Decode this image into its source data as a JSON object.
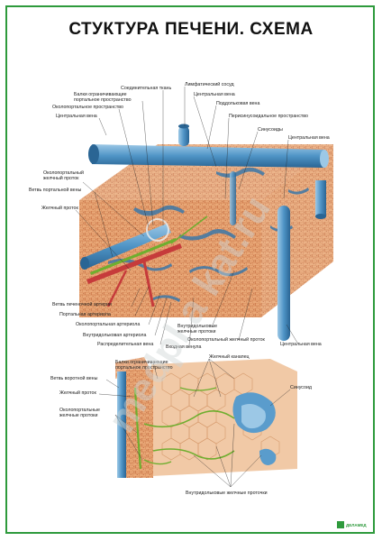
{
  "title": "СТУКТУРА ПЕЧЕНИ. СХЕМА",
  "watermark": "medpl a kat.ru",
  "logo": "ДЕЛАМЕД",
  "colors": {
    "frame": "#2e9a3c",
    "tissue": "#e8a070",
    "tissue_dark": "#c26a3e",
    "vein": "#5a9ccc",
    "vein_dark": "#2f6f9f",
    "artery": "#c63b3b",
    "duct": "#6fae2f"
  },
  "labels_top": {
    "connective": "Соединительная ткань",
    "lymph": "Лимфатический сосуд",
    "plates_l1": "Балки ограничивающие",
    "plates_l2": "портальное пространство",
    "central_vein_r1": "Центральная вена",
    "periportal": "Околопортальное пространство",
    "sublobular": "Поддольковая вена",
    "central_vein_l": "Центральная вена",
    "perisinusoidal": "Перисинусоидальное пространство",
    "sinusoids": "Синусоиды",
    "central_vein_r2": "Центральная вена",
    "periportal_duct_l1": "Околопортальный",
    "periportal_duct_l2": "желчный проток",
    "portal_vein_branch": "Ветвь портальной вены",
    "bile_duct": "Желчный проток",
    "hepatic_artery_branch": "Ветвь печеночной артерии",
    "portal_arteriole": "Портальная артериола",
    "periportal_arteriole": "Околопортальная артериола",
    "intralobular_arteriole": "Внутридольковая артериола",
    "distributing_vein": "Распределительная вена",
    "inlet_venule": "Входная венула",
    "intralobular_duct_l1": "Внутридольковые",
    "intralobular_duct_l2": "желчные протоки",
    "periportal_bile_duct": "Околопортальный желчный проток",
    "central_vein_bottom": "Центральная вена"
  },
  "labels_bottom": {
    "plates_l1": "Балки ограничивающие",
    "plates_l2": "портальное пространство",
    "bile_canaliculus": "Желчный канапец",
    "portal_vein_branch": "Ветвь воротной вены",
    "sinusoid": "Синусоид",
    "bile_duct": "Желчный проток",
    "periportal_ducts_l1": "Околопортальные",
    "periportal_ducts_l2": "желчные протоки",
    "intralobular_ducts": "Внутридольковые желчные проточки"
  }
}
